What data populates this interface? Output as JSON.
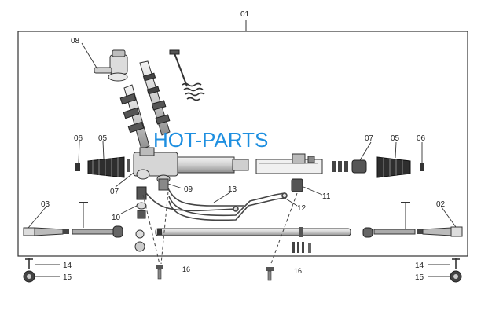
{
  "title_number": "01",
  "watermark": "HOT-PARTS",
  "colors": {
    "line": "#333333",
    "part_fill": "#e6e6e6",
    "dark": "#3a3a3a",
    "watermark": "#1e8fe0"
  },
  "callouts": {
    "c08": "08",
    "c06_left": "06",
    "c05_left": "05",
    "c07_left": "07",
    "c09": "09",
    "c13": "13",
    "c10": "10",
    "c03": "03",
    "c07_right": "07",
    "c05_right": "05",
    "c06_right": "06",
    "c11": "11",
    "c12": "12",
    "c02": "02",
    "c14_left": "14",
    "c15_left": "15",
    "c16_left": "16",
    "c16_right": "16",
    "c14_right": "14",
    "c15_right": "15"
  }
}
